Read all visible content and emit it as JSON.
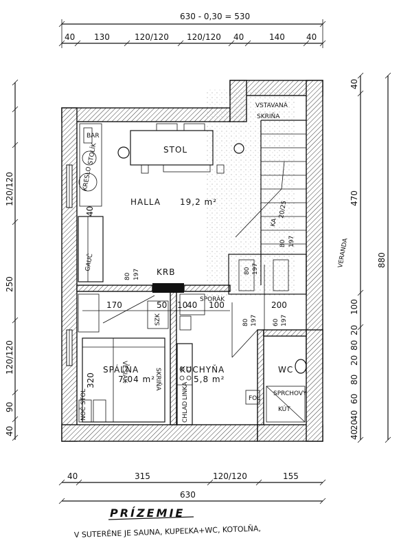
{
  "top_overall": "630 - 0,30 = 530",
  "top_segments": [
    "40",
    "130",
    "120/120",
    "120/120",
    "40",
    "140",
    "40"
  ],
  "bottom_segments": [
    "40",
    "315",
    "120/120",
    "155"
  ],
  "bottom_overall": "630",
  "left_dims": [
    "120/120",
    "250",
    "120/120",
    "90",
    "40"
  ],
  "right_dims_a": [
    "40",
    "470",
    "100",
    "20",
    "80",
    "20",
    "80",
    "60",
    "40",
    "20",
    "40"
  ],
  "right_overall": "880",
  "title": "PRÍZEMIE",
  "note": "V SUTERÉNE JE SAUNA, KUPEĽKA+WC, KOTOLŇA,",
  "rooms": {
    "hall": "HALLA",
    "hall_area": "19,2 m²",
    "stol": "STOL",
    "wardrobe_1": "VSTAVANÁ",
    "wardrobe_2": "SKRIŇA",
    "bedroom": "SPÁLŇA",
    "bedroom_area": "7,04 m²",
    "kitchen": "KUCHYŇA",
    "kitchen_area": "5,8 m²",
    "wc": "WC",
    "sprch_1": "SPRCHOVÝ",
    "sprch_2": "KÚT",
    "veranda": "VERANDA",
    "gauc": "GAUČ",
    "krb": "KRB",
    "sporak": "SPORÁK",
    "vesiak": "VEŠIAK",
    "skrina": "SKRIŇA",
    "nocstol": "NOČ STOL",
    "chlad": "CHLAD",
    "linka": "LINKA",
    "fol": "FOL",
    "kreslo": "KRESLO",
    "stolik": "STOLÍK",
    "sch_1": "20/25",
    "sch_2": "KA",
    "bar": "BAR",
    "szk": "SZK"
  },
  "inner_dims": {
    "d170": "170",
    "d50": "50",
    "d10": "10",
    "d40": "40",
    "d100": "100",
    "d200": "200",
    "d320": "320",
    "d40b": "40",
    "d80a": "80",
    "d197a": "197",
    "d80b": "80",
    "d197b": "197",
    "d80c": "80",
    "d197c": "197",
    "d80d": "80",
    "d197d": "197",
    "d60": "60",
    "d197e": "197"
  }
}
